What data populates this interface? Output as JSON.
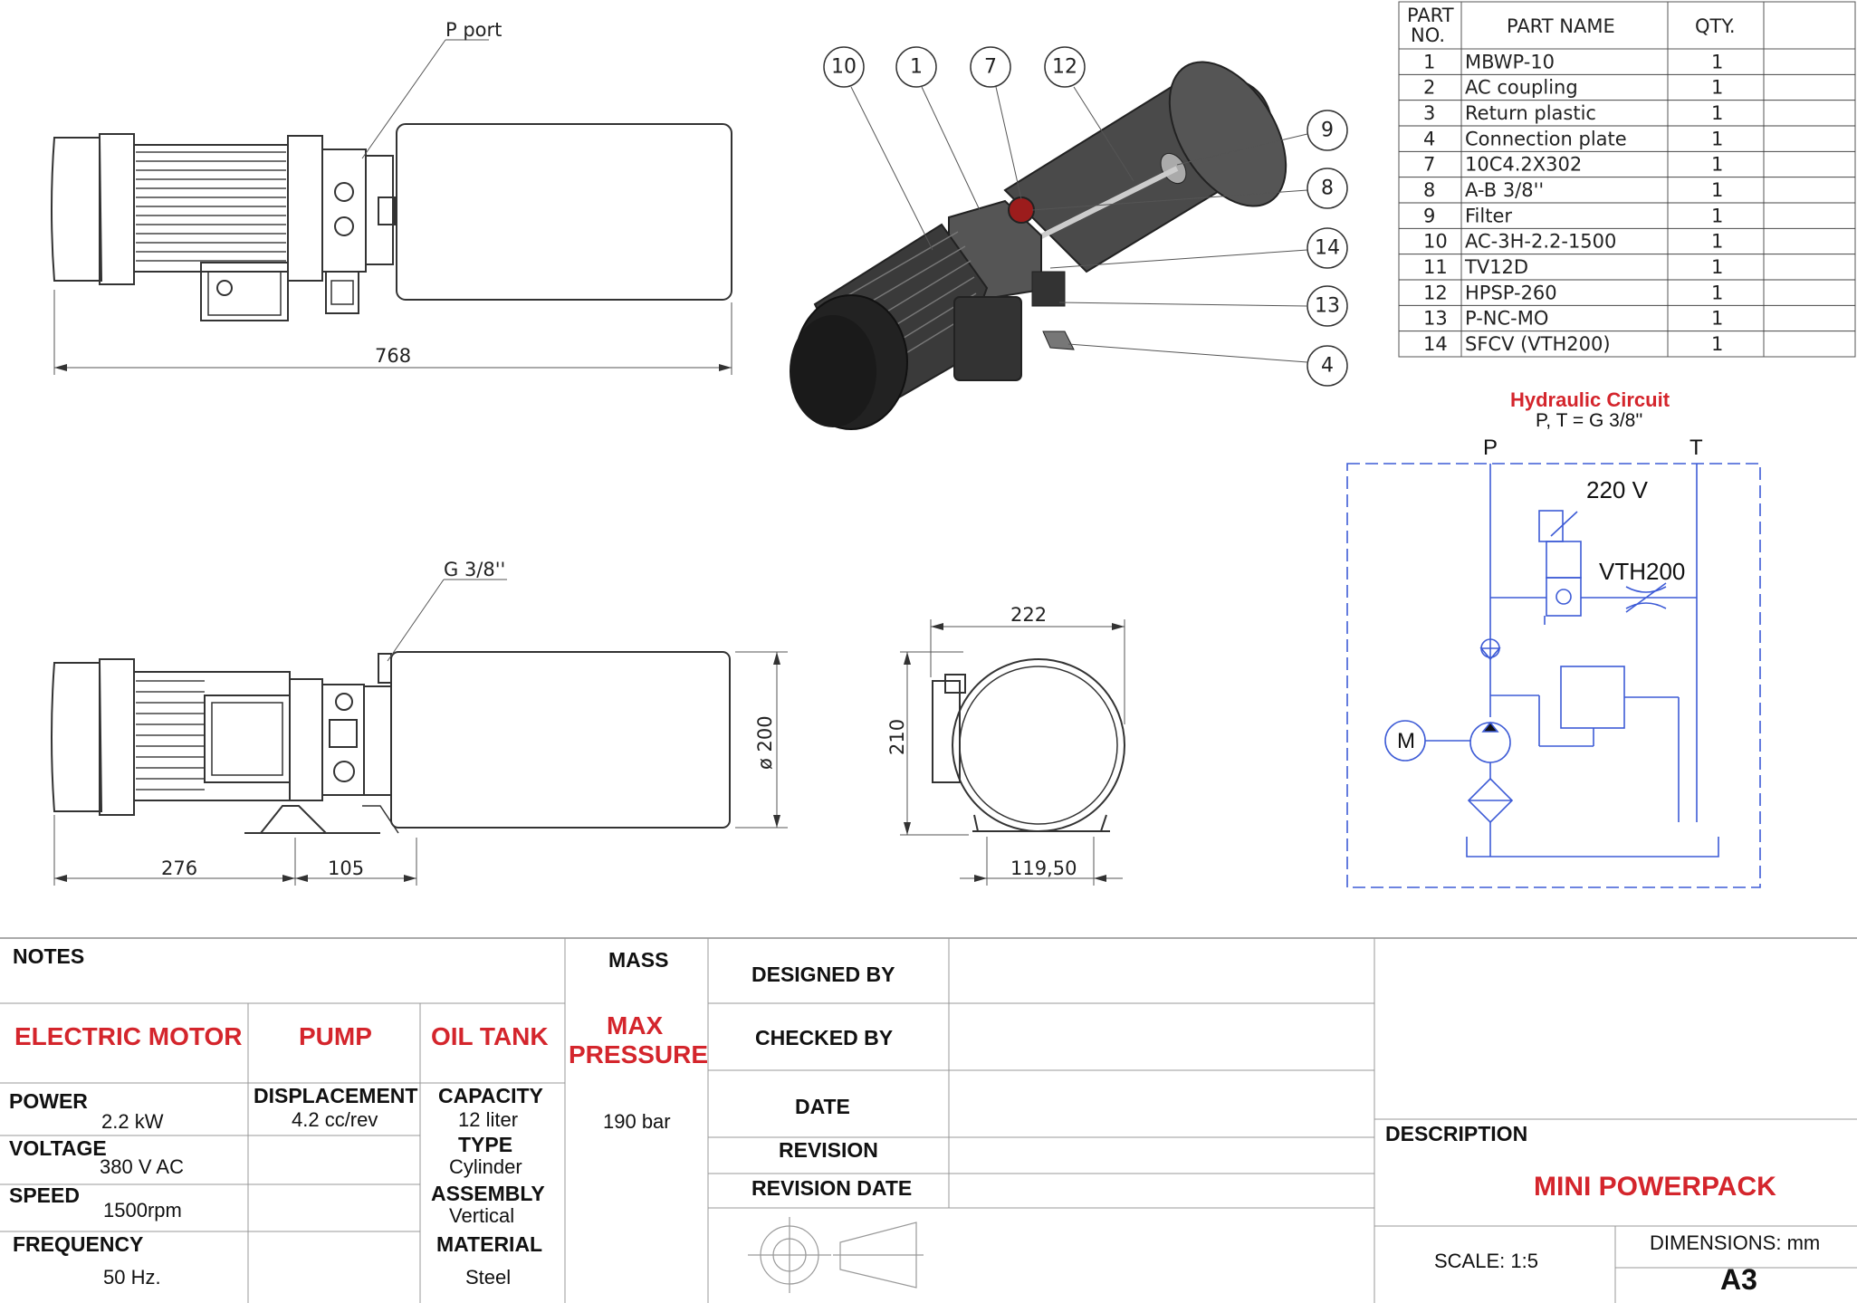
{
  "views": {
    "top": {
      "p_port_label": "P port",
      "length_dim": "768"
    },
    "front": {
      "g_label": "G 3/8''",
      "dim_276": "276",
      "dim_105": "105",
      "dim_dia": "ø 200"
    },
    "side": {
      "width_dim": "222",
      "height_dim": "210",
      "base_dim": "119,50"
    },
    "iso": {
      "balloons_top": [
        "10",
        "1",
        "7",
        "12"
      ],
      "balloons_right": [
        "9",
        "8",
        "14",
        "13",
        "4"
      ]
    }
  },
  "parts_table": {
    "header_no": "PART NO.",
    "header_name": "PART NAME",
    "header_qty": "QTY.",
    "rows": [
      {
        "no": "1",
        "name": "MBWP-10",
        "qty": "1"
      },
      {
        "no": "2",
        "name": "AC coupling",
        "qty": "1"
      },
      {
        "no": "3",
        "name": "Return plastic",
        "qty": "1"
      },
      {
        "no": "4",
        "name": "Connection plate",
        "qty": "1"
      },
      {
        "no": "7",
        "name": "10C4.2X302",
        "qty": "1"
      },
      {
        "no": "8",
        "name": "A-B 3/8''",
        "qty": "1"
      },
      {
        "no": "9",
        "name": "Filter",
        "qty": "1"
      },
      {
        "no": "10",
        "name": "AC-3H-2.2-1500",
        "qty": "1"
      },
      {
        "no": "11",
        "name": "TV12D",
        "qty": "1"
      },
      {
        "no": "12",
        "name": "HPSP-260",
        "qty": "1"
      },
      {
        "no": "13",
        "name": "P-NC-MO",
        "qty": "1"
      },
      {
        "no": "14",
        "name": "SFCV (VTH200)",
        "qty": "1"
      }
    ]
  },
  "circuit": {
    "title": "Hydraulic Circuit",
    "subtitle": "P, T = G 3/8''",
    "port_p": "P",
    "port_t": "T",
    "voltage": "220 V",
    "valve": "VTH200",
    "motor": "M"
  },
  "title_block": {
    "notes": "NOTES",
    "mass": "MASS",
    "electric_motor": "ELECTRIC MOTOR",
    "pump": "PUMP",
    "oil_tank": "OIL TANK",
    "max_pressure_1": "MAX",
    "max_pressure_2": "PRESSURE",
    "power_label": "POWER",
    "power_value": "2.2 kW",
    "voltage_label": "VOLTAGE",
    "voltage_value": "380 V AC",
    "speed_label": "SPEED",
    "speed_value": "1500rpm",
    "frequency_label": "FREQUENCY",
    "frequency_value": "50 Hz.",
    "displacement_label": "DISPLACEMENT",
    "displacement_value": "4.2 cc/rev",
    "capacity_label": "CAPACITY",
    "capacity_value": "12 liter",
    "type_label": "TYPE",
    "type_value": "Cylinder",
    "assembly_label": "ASSEMBLY",
    "assembly_value": "Vertical",
    "material_label": "MATERIAL",
    "material_value": "Steel",
    "pressure_value": "190 bar",
    "designed_by": "DESIGNED BY",
    "checked_by": "CHECKED BY",
    "date": "DATE",
    "revision": "REVISION",
    "revision_date": "REVISION DATE",
    "description_label": "DESCRIPTION",
    "description_value": "MINI POWERPACK",
    "scale": "SCALE: 1:5",
    "dimensions": "DIMENSIONS: mm",
    "sheet_size": "A3"
  },
  "colors": {
    "accent_red": "#d4252c",
    "circuit_blue": "#3d5bd6"
  }
}
